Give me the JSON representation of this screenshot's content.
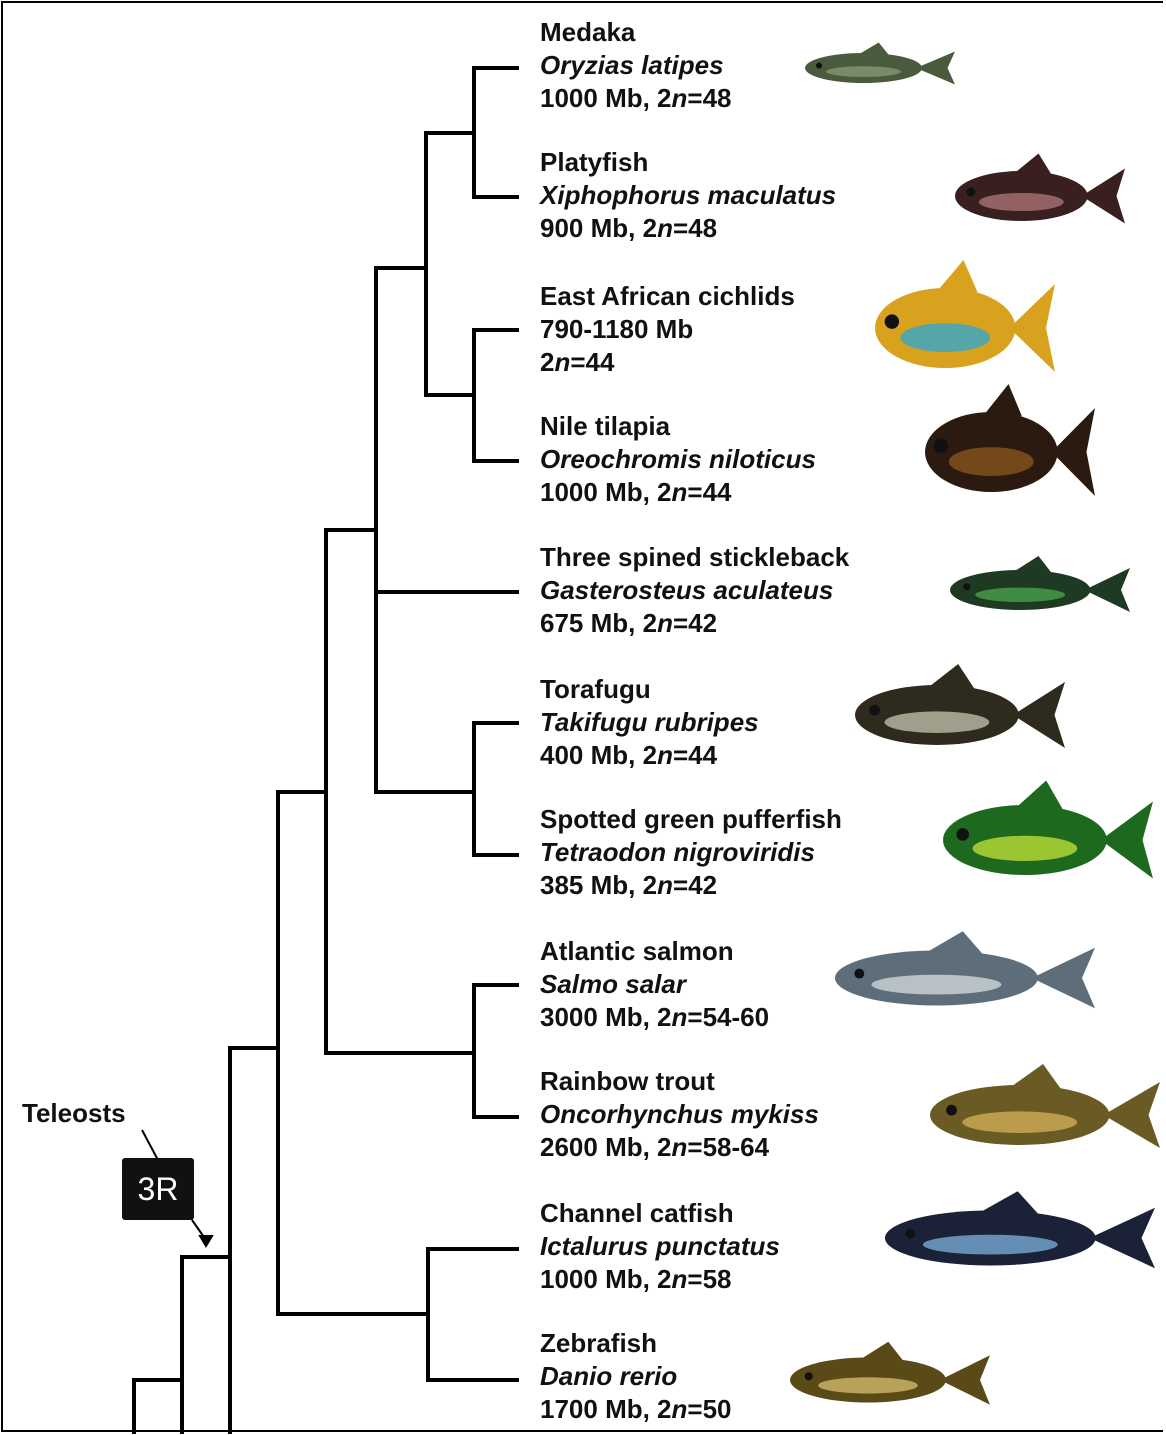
{
  "clade_label": "Teleosts",
  "duplication_badge": "3R",
  "species": [
    {
      "common": "Medaka",
      "scientific": "Oryzias latipes",
      "genome": "1000 Mb, 2n=48",
      "ploidy_prefix": "1000 Mb, 2",
      "ploidy_n": "n",
      "ploidy_suffix": "=48"
    },
    {
      "common": "Platyfish",
      "scientific": "Xiphophorus maculatus",
      "genome": "900 Mb, 2n=48",
      "ploidy_prefix": "900 Mb, 2",
      "ploidy_n": "n",
      "ploidy_suffix": "=48"
    },
    {
      "common": "East African cichlids",
      "scientific": "790-1180 Mb",
      "genome": "2n=44",
      "ploidy_prefix": "2",
      "ploidy_n": "n",
      "ploidy_suffix": "=44"
    },
    {
      "common": "Nile tilapia",
      "scientific": "Oreochromis niloticus",
      "genome": "1000 Mb, 2n=44",
      "ploidy_prefix": "1000 Mb, 2",
      "ploidy_n": "n",
      "ploidy_suffix": "=44"
    },
    {
      "common": "Three spined stickleback",
      "scientific": "Gasterosteus aculateus",
      "genome": "675 Mb, 2n=42",
      "ploidy_prefix": "675 Mb, 2",
      "ploidy_n": "n",
      "ploidy_suffix": "=42"
    },
    {
      "common": "Torafugu",
      "scientific": "Takifugu rubripes",
      "genome": "400 Mb, 2n=44",
      "ploidy_prefix": "400 Mb, 2",
      "ploidy_n": "n",
      "ploidy_suffix": "=44"
    },
    {
      "common": "Spotted green pufferfish",
      "scientific": "Tetraodon nigroviridis",
      "genome": "385 Mb, 2n=42",
      "ploidy_prefix": "385 Mb, 2",
      "ploidy_n": "n",
      "ploidy_suffix": "=42"
    },
    {
      "common": "Atlantic salmon",
      "scientific": "Salmo salar",
      "genome": "3000 Mb, 2n=54-60",
      "ploidy_prefix": "3000 Mb, 2",
      "ploidy_n": "n",
      "ploidy_suffix": "=54-60"
    },
    {
      "common": "Rainbow trout",
      "scientific": "Oncorhynchus mykiss",
      "genome": "2600 Mb, 2n=58-64",
      "ploidy_prefix": "2600 Mb, 2",
      "ploidy_n": "n",
      "ploidy_suffix": "=58-64"
    },
    {
      "common": "Channel catfish",
      "scientific": "Ictalurus punctatus",
      "genome": "1000 Mb, 2n=58",
      "ploidy_prefix": "1000 Mb, 2",
      "ploidy_n": "n",
      "ploidy_suffix": "=58"
    },
    {
      "common": "Zebrafish",
      "scientific": "Danio rerio",
      "genome": "1700 Mb, 2n=50",
      "ploidy_prefix": "1700 Mb, 2",
      "ploidy_n": "n",
      "ploidy_suffix": "=50"
    }
  ],
  "fish_images": [
    {
      "name": "medaka-fish-image",
      "body": "#4a5a3c",
      "accent": "#8a9a7a"
    },
    {
      "name": "platyfish-image",
      "body": "#3a1f20",
      "accent": "#b07a78"
    },
    {
      "name": "cichlid-image",
      "body": "#d9a21e",
      "accent": "#2aa6d6"
    },
    {
      "name": "tilapia-image",
      "body": "#2a1a10",
      "accent": "#8c5a20"
    },
    {
      "name": "stickleback-image",
      "body": "#1f3a22",
      "accent": "#4ea84f"
    },
    {
      "name": "torafugu-image",
      "body": "#2f2a1e",
      "accent": "#c8c6b0"
    },
    {
      "name": "green-pufferfish-image",
      "body": "#1d6a1f",
      "accent": "#c7e43a"
    },
    {
      "name": "salmon-image",
      "body": "#5d6e7a",
      "accent": "#d7dedf"
    },
    {
      "name": "trout-image",
      "body": "#6a5a24",
      "accent": "#d7b25a"
    },
    {
      "name": "catfish-image",
      "body": "#1b2238",
      "accent": "#7fb3df"
    },
    {
      "name": "zebrafish-image",
      "body": "#5a4a18",
      "accent": "#d8c070"
    }
  ]
}
